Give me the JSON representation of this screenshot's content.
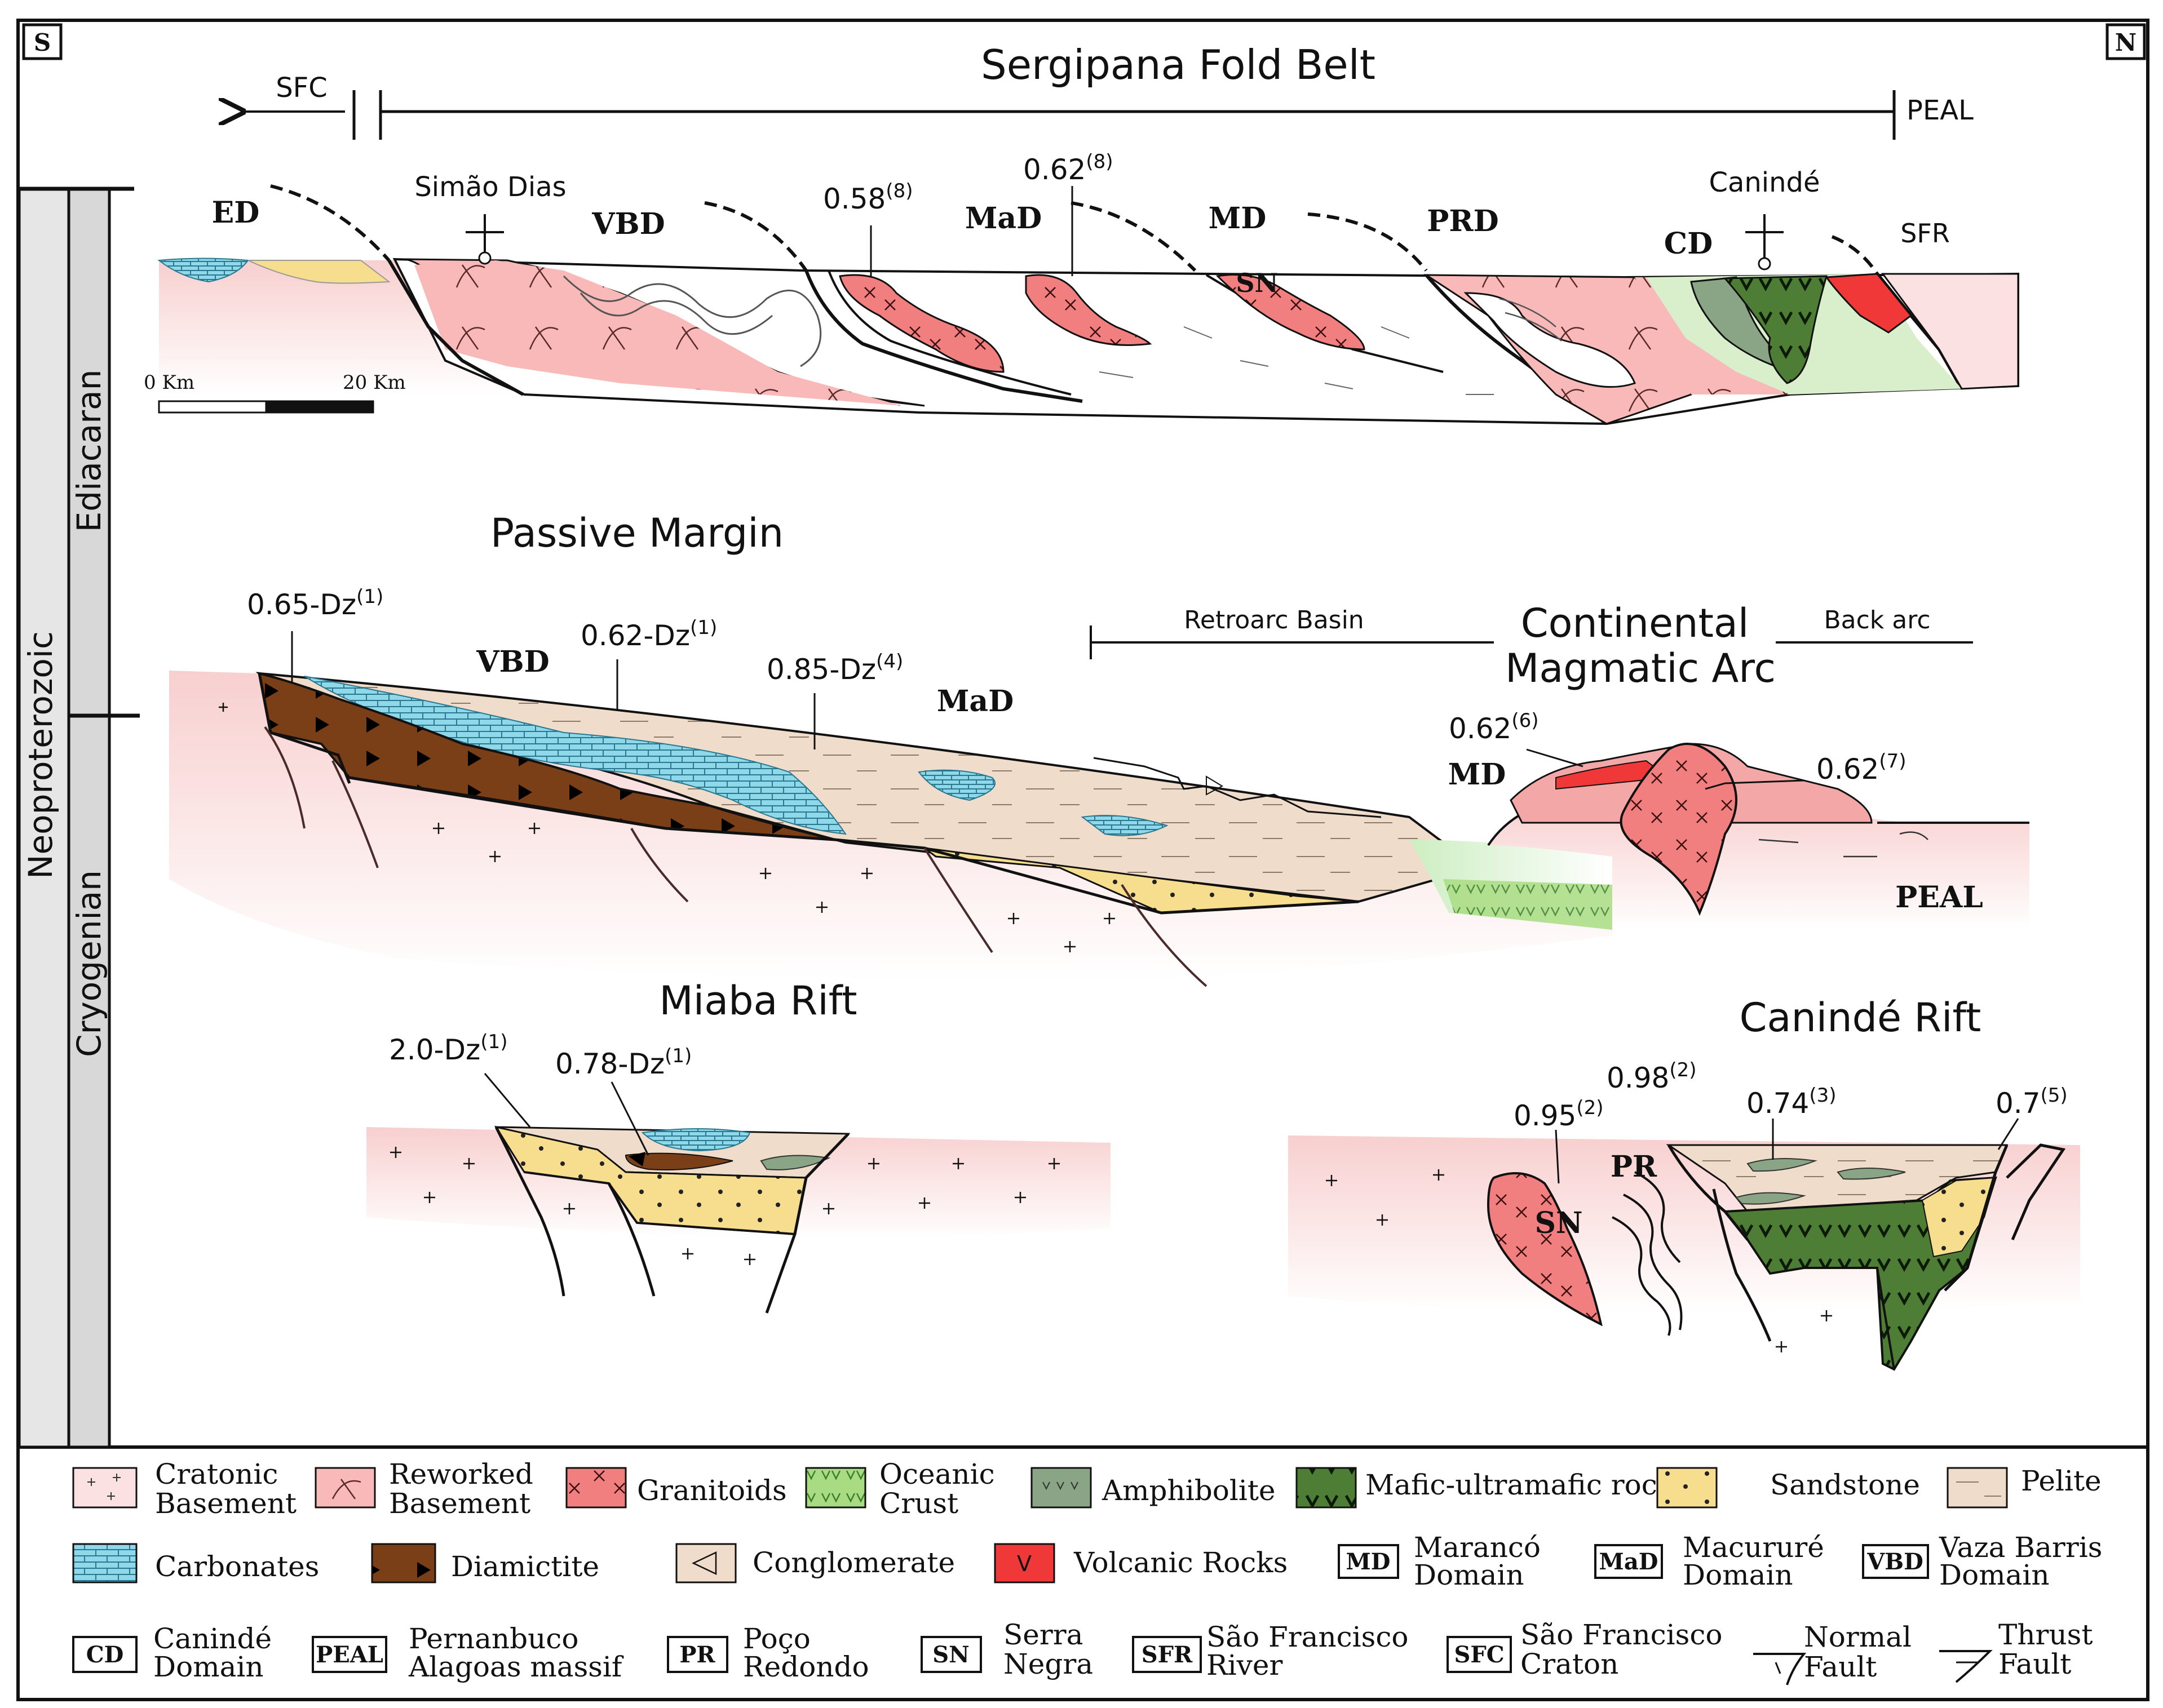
{
  "compass": {
    "south": "S",
    "north": "N"
  },
  "timescale": {
    "era": "Neoproterozoic",
    "periods": [
      "Ediacaran",
      "Cryogenian"
    ]
  },
  "fold_belt": {
    "title": "Sergipana Fold Belt",
    "left_arrow": "SFC",
    "right_end": "PEAL",
    "localities": {
      "simao_dias": "Simão Dias",
      "caninde": "Canindé"
    },
    "domains": {
      "ed": "ED",
      "vbd": "VBD",
      "mad": "MaD",
      "md": "MD",
      "prd": "PRD",
      "cd": "CD",
      "sfr": "SFR",
      "sn": "SN"
    },
    "ages": {
      "a1": "0.58",
      "a1_ref": "(8)",
      "a2": "0.62",
      "a2_ref": "(8)"
    },
    "scale": {
      "start": "0 Km",
      "end": "20 Km"
    }
  },
  "passive_margin": {
    "title": "Passive Margin",
    "ages": [
      {
        "value": "0.65-Dz",
        "ref": "(1)"
      },
      {
        "value": "0.62-Dz",
        "ref": "(1)"
      },
      {
        "value": "0.85-Dz",
        "ref": "(4)"
      }
    ],
    "labels": {
      "vbd": "VBD",
      "mad": "MaD"
    }
  },
  "arc": {
    "retroarc": "Retroarc Basin",
    "title_line1": "Continental",
    "title_line2": "Magmatic Arc",
    "back_arc": "Back arc",
    "md": "MD",
    "peal": "PEAL",
    "age_left": {
      "value": "0.62",
      "ref": "(6)"
    },
    "age_right": {
      "value": "0.62",
      "ref": "(7)"
    }
  },
  "miaba": {
    "title": "Miaba Rift",
    "age_left": {
      "value": "2.0-Dz",
      "ref": "(1)"
    },
    "age_right": {
      "value": "0.78-Dz",
      "ref": "(1)"
    }
  },
  "caninde_rift": {
    "title": "Canindé Rift",
    "ages": [
      {
        "value": "0.98",
        "ref": "(2)"
      },
      {
        "value": "0.95",
        "ref": "(2)"
      },
      {
        "value": "0.74",
        "ref": "(3)"
      },
      {
        "value": "0.7",
        "ref": "(5)"
      }
    ],
    "sn": "SN",
    "pr": "PR"
  },
  "legend": {
    "cratonic": [
      "Cratonic",
      "Basement"
    ],
    "reworked": [
      "Reworked",
      "Basement"
    ],
    "granitoids": "Granitoids",
    "oceanic": [
      "Oceanic",
      "Crust"
    ],
    "amphibolite": "Amphibolite",
    "mafic": "Mafic-ultramafic rocks",
    "sandstone": "Sandstone",
    "pelite": "Pelite",
    "carbonates": "Carbonates",
    "diamictite": "Diamictite",
    "conglomerate": "Conglomerate",
    "volcanic": "Volcanic Rocks",
    "volcanic_symbol": "V",
    "md": {
      "abbr": "MD",
      "lines": [
        "Marancó",
        "Domain"
      ]
    },
    "mad": {
      "abbr": "MaD",
      "lines": [
        "Macururé",
        "Domain"
      ]
    },
    "vbd": {
      "abbr": "VBD",
      "lines": [
        "Vaza Barris",
        "Domain"
      ]
    },
    "cd": {
      "abbr": "CD",
      "lines": [
        "Canindé",
        "Domain"
      ]
    },
    "peal": {
      "abbr": "PEAL",
      "lines": [
        "Pernanbuco",
        "Alagoas massif"
      ]
    },
    "pr": {
      "abbr": "PR",
      "lines": [
        "Poço",
        "Redondo"
      ]
    },
    "sn": {
      "abbr": "SN",
      "lines": [
        "Serra",
        "Negra"
      ]
    },
    "sfr": {
      "abbr": "SFR",
      "lines": [
        "São Francisco",
        "River"
      ]
    },
    "sfc": {
      "abbr": "SFC",
      "lines": [
        "São Francisco",
        "Craton"
      ]
    },
    "normal": [
      "Normal",
      "Fault"
    ],
    "thrust": [
      "Thrust",
      "Fault"
    ]
  },
  "colors": {
    "cratonic": "#fbe1e1",
    "reworked": "#f9b9b9",
    "granitoid": "#f27f7f",
    "pelite": "#f0dccb",
    "carbonate": "#8fd8ea",
    "diamictite": "#7a3f17",
    "sandstone": "#f7de8e",
    "oceanic": "#a9dc82",
    "amphibolite": "#8aa585",
    "mafic": "#4e7e35",
    "volcanic": "#f03838"
  }
}
